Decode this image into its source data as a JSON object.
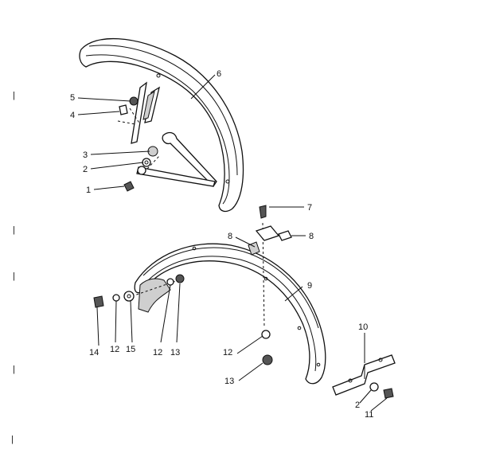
{
  "callouts": {
    "c5": "5",
    "c4": "4",
    "c6": "6",
    "c3": "3",
    "c2": "2",
    "c1": "1",
    "c7": "7",
    "c8a": "8",
    "c8b": "8",
    "c9": "9",
    "c14": "14",
    "c12a": "12",
    "c15": "15",
    "c12b": "12",
    "c13a": "13",
    "c12c": "12",
    "c13b": "13",
    "c10": "10",
    "c2b": "2",
    "c11": "11"
  },
  "margin_marks": [
    "|",
    "|",
    "|",
    "|",
    "|"
  ]
}
